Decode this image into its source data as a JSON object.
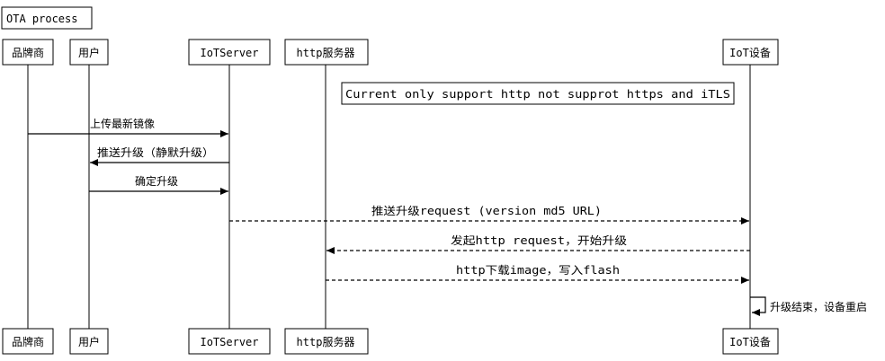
{
  "title": "OTA process",
  "participants": [
    {
      "id": "vendor",
      "label": "品牌商"
    },
    {
      "id": "user",
      "label": "用户"
    },
    {
      "id": "iotserver",
      "label": "IoTServer"
    },
    {
      "id": "httpserver",
      "label": "http服务器"
    },
    {
      "id": "device",
      "label": "IoT设备"
    }
  ],
  "note": "Current only support http not supprot https and iTLS",
  "messages": [
    {
      "from": "vendor",
      "to": "iotserver",
      "label": "上传最新镜像",
      "style": "solid"
    },
    {
      "from": "iotserver",
      "to": "user",
      "label": "推送升级（静默升级）",
      "style": "solid"
    },
    {
      "from": "user",
      "to": "iotserver",
      "label": "确定升级",
      "style": "solid"
    },
    {
      "from": "iotserver",
      "to": "device",
      "label": "推送升级request (version md5 URL)",
      "style": "dashed"
    },
    {
      "from": "device",
      "to": "httpserver",
      "label": "发起http request，开始升级",
      "style": "dashed"
    },
    {
      "from": "httpserver",
      "to": "device",
      "label": "http下载image，写入flash",
      "style": "dashed"
    },
    {
      "from": "device",
      "to": "device",
      "label": "升级结束，设备重启",
      "style": "solid"
    }
  ]
}
